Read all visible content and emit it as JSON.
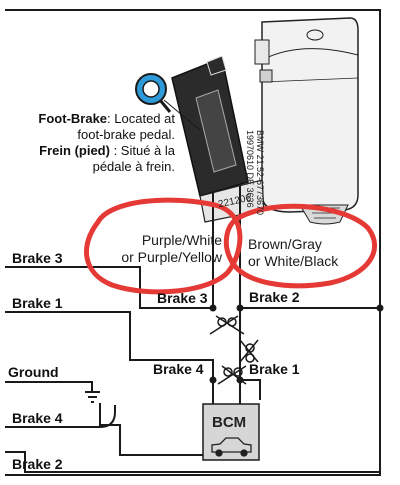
{
  "note": {
    "en_bold": "Foot-Brake",
    "en_line1_rest": ": Located at",
    "en_line2": "foot-brake pedal.",
    "fr_bold": "Frein (pied)",
    "fr_line1_rest": " : Situé à la",
    "fr_line2": "pédale à frein."
  },
  "part_number": {
    "line1": "BMW 21.52-6773670",
    "line2": "19970610 DE 3636"
  },
  "switch_code": "221206",
  "circled_labels": {
    "left": {
      "line1": "Purple/White",
      "line2": "or Purple/Yellow"
    },
    "right": {
      "line1": "Brown/Gray",
      "line2": "or White/Black"
    }
  },
  "wires": {
    "left_top": "Brake 3",
    "left_mid": "Brake 1",
    "ground": "Ground",
    "left_brake4": "Brake 4",
    "left_bottom": "Brake 2",
    "center_b3": "Brake 3",
    "center_b2": "Brake 2",
    "center_b4": "Brake 4",
    "center_b1": "Brake 1"
  },
  "bcm_label": "BCM",
  "colors": {
    "line": "#1a1a1a",
    "circle": "#e53935",
    "bcm_fill": "#d6d6d6",
    "switch_body": "#2b2b2b",
    "magnifier": "#2f9ad8",
    "pedal_switch_body": "#f2f2f2"
  }
}
